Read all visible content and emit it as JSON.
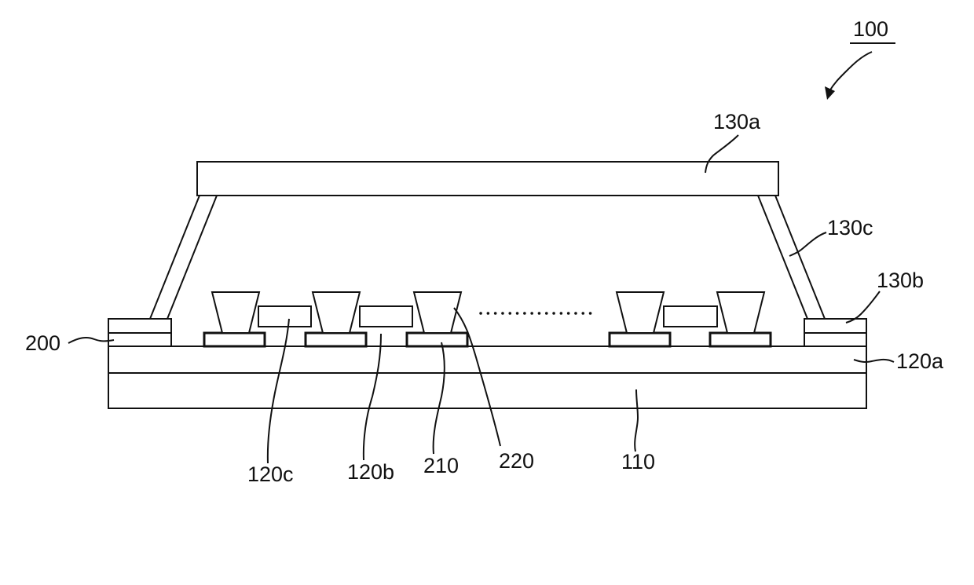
{
  "figure": {
    "ref_main": "100",
    "labels": {
      "cover_top": "130a",
      "cover_side": "130c",
      "cover_foot": "130b",
      "adhesive": "200",
      "layer": "120a",
      "substrate": "110",
      "part_120c": "120c",
      "part_120b": "120b",
      "pad": "210",
      "lens": "220"
    }
  }
}
